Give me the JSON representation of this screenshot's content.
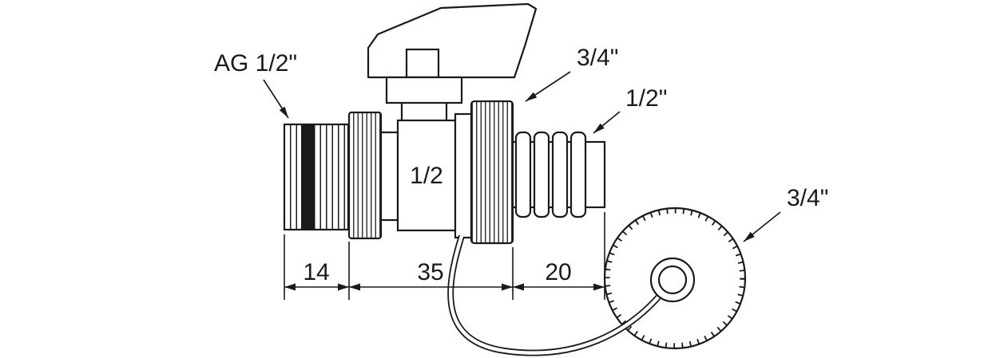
{
  "drawing": {
    "background_color": "#ffffff",
    "line_color": "#1a1a1a",
    "callouts": {
      "male_thread": "AG 1/2\"",
      "union_nut": "3/4\"",
      "hose_barb": "1/2\"",
      "dust_cap": "3/4\""
    },
    "body_marking": "1/2",
    "dimensions": {
      "thread_length": "14",
      "valve_length": "35",
      "hose_length": "20"
    }
  }
}
